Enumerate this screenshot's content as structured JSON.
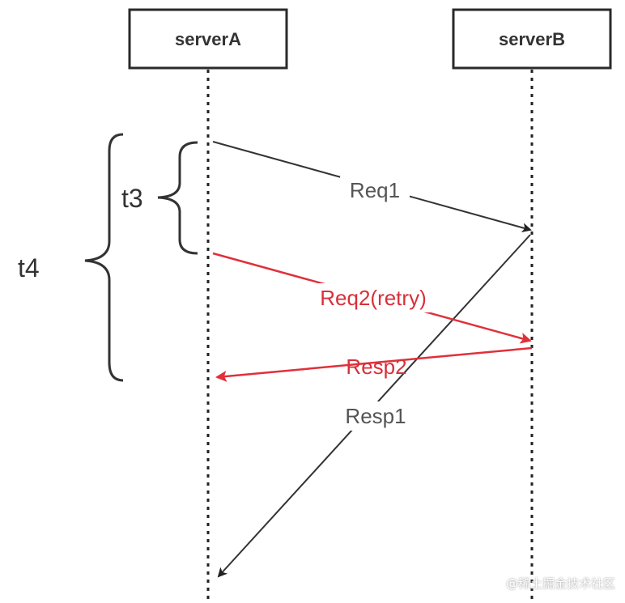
{
  "participants": {
    "a": "serverA",
    "b": "serverB"
  },
  "messages": {
    "req1": "Req1",
    "req2": "Req2(retry)",
    "resp2": "Resp2",
    "resp1": "Resp1"
  },
  "braces": {
    "t3": "t3",
    "t4": "t4"
  },
  "watermark": "@稀土掘金技术社区",
  "colors": {
    "black": "#333333",
    "red": "#e0303a",
    "box_border": "#2a2a2a",
    "watermark": "#ffffff"
  }
}
